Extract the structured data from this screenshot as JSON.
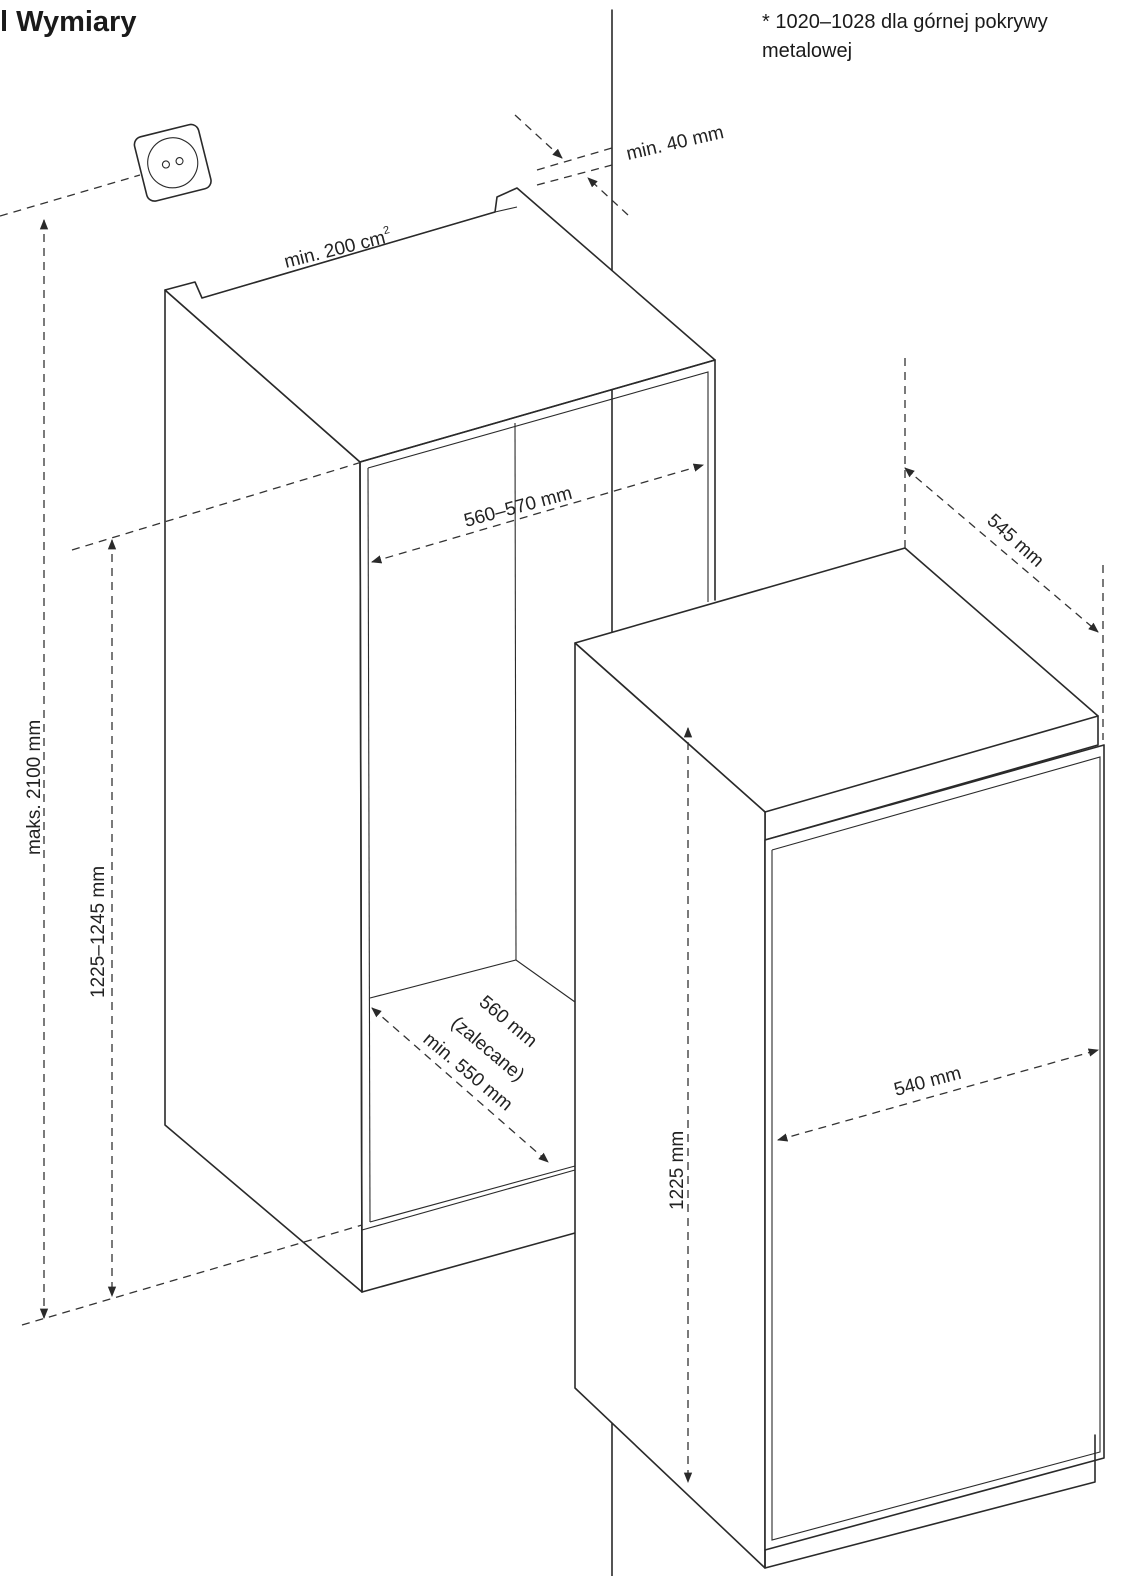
{
  "title": "l Wymiary",
  "note": {
    "line1": "* 1020–1028 dla górnej pokrywy",
    "line2": "metalowej"
  },
  "labels": {
    "min_gap": "min. 40 mm",
    "vent_area": "min. 200 cm",
    "vent_area_sup": "2",
    "niche_width": "560–570 mm",
    "niche_depth_1": "560 mm",
    "niche_depth_2": "(zalecane)",
    "niche_depth_3": "min. 550 mm",
    "max_height": "maks. 2100 mm",
    "niche_height": "1225–1245 mm",
    "appliance_depth": "545 mm",
    "appliance_width": "540 mm",
    "appliance_height": "1225 mm"
  },
  "icons": {
    "socket": "power-socket-icon"
  },
  "colors": {
    "line": "#2a2a2a",
    "text": "#1a1a1a",
    "background": "#ffffff"
  }
}
